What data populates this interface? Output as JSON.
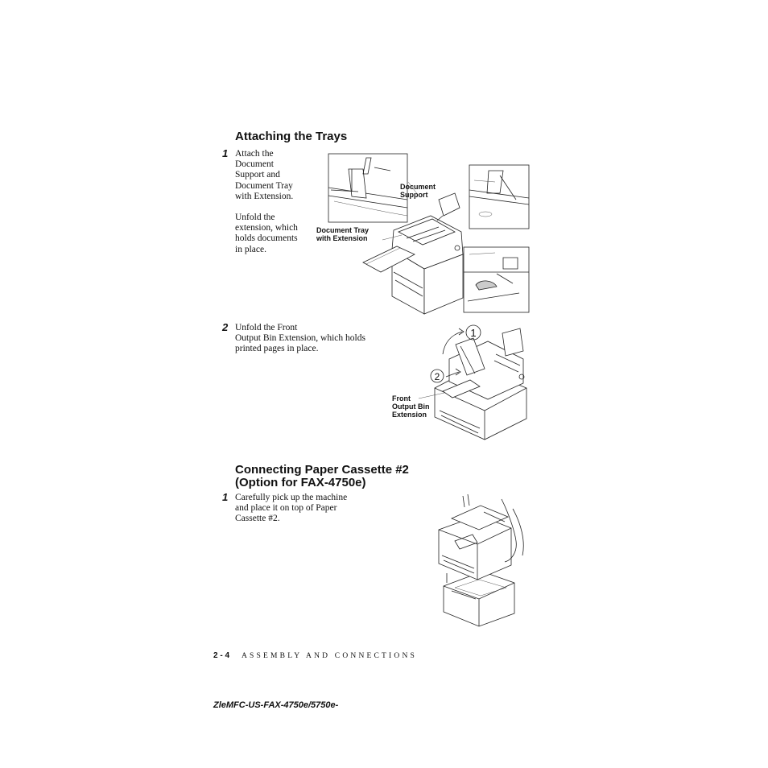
{
  "section1": {
    "heading": "Attaching the Trays",
    "steps": [
      {
        "number": "1",
        "paragraphs": [
          [
            "Attach the",
            "Document",
            "Support and",
            "Document Tray",
            "with Extension."
          ],
          [
            "Unfold the",
            "extension, which",
            "holds documents",
            "in place."
          ]
        ],
        "callouts": {
          "document_support": [
            "Document",
            "Support"
          ],
          "document_tray": [
            "Document Tray",
            "with Extension"
          ]
        }
      },
      {
        "number": "2",
        "lines": [
          "Unfold the Front",
          "Output Bin Extension, which holds",
          "printed pages in place."
        ],
        "markers": [
          "1",
          "2"
        ],
        "callout": [
          "Front",
          "Output Bin",
          "Extension"
        ]
      }
    ]
  },
  "section2": {
    "heading_lines": [
      "Connecting Paper Cassette #2",
      "(Option for FAX-4750e)"
    ],
    "step": {
      "number": "1",
      "lines": [
        "Carefully pick up the machine",
        "and place it on top of Paper",
        "Cassette #2."
      ]
    }
  },
  "footer": {
    "page_number": "2 - 4",
    "section_title": "ASSEMBLY AND CONNECTIONS",
    "doc_id": "ZleMFC-US-FAX-4750e/5750e-"
  }
}
